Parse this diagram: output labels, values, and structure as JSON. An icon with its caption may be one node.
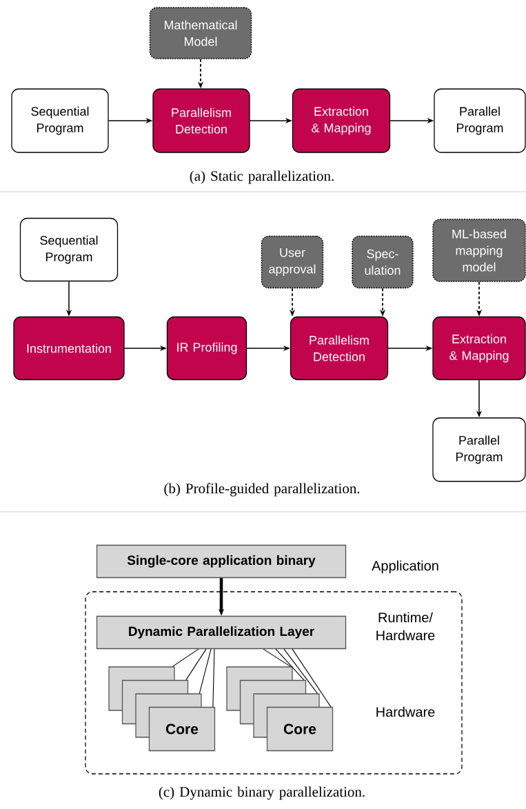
{
  "diagram": {
    "nodes": [
      {
        "text": [
          "Mathematical Model"
        ]
      },
      {
        "text": [
          "Sequential Program"
        ]
      },
      {
        "text": [
          "Parallelism Detection"
        ]
      },
      {
        "text": [
          "Extraction & Mapping"
        ]
      },
      {
        "text": [
          "Parallel Program"
        ]
      },
      {
        "text": [
          "Sequential Program"
        ]
      },
      {
        "text": [
          "User approval"
        ]
      },
      {
        "text": [
          "Spec- ulation"
        ]
      },
      {
        "text": [
          "ML-based mapping model"
        ]
      },
      {
        "text": [
          "Instrumentation"
        ]
      },
      {
        "text": [
          "IR Profiling"
        ]
      },
      {
        "text": [
          "Parallelism Detection"
        ]
      },
      {
        "text": [
          "Extraction & Mapping"
        ]
      },
      {
        "text": [
          "Parallel Program"
        ]
      },
      {
        "text": [
          "Single-core application binary"
        ]
      },
      {
        "text": [],
        "shape": "box"
      },
      {
        "text": [
          "Dynamic Parallelization Layer"
        ],
        "in": 15
      },
      {
        "text": [],
        "shape": "box",
        "in": 15
      },
      {
        "text": [],
        "shape": "box",
        "in": 15
      },
      {
        "text": [],
        "shape": "box",
        "in": 15
      },
      {
        "text": [
          "Core"
        ],
        "in": 15
      },
      {
        "text": [],
        "shape": "box",
        "in": 15
      },
      {
        "text": [],
        "shape": "box",
        "in": 15
      },
      {
        "text": [],
        "shape": "box",
        "in": 15
      },
      {
        "text": [
          "Core"
        ],
        "in": 15
      }
    ],
    "edges": [
      {
        "from": 0,
        "to": 2,
        "arrow": "to",
        "style": "dashed"
      },
      {
        "from": 1,
        "to": 2,
        "arrow": "to"
      },
      {
        "from": 2,
        "to": 3,
        "arrow": "to"
      },
      {
        "from": 3,
        "to": 4,
        "arrow": "to"
      },
      {
        "from": 5,
        "to": 9,
        "arrow": "to"
      },
      {
        "from": 6,
        "to": 11,
        "arrow": "to",
        "style": "dashed"
      },
      {
        "from": 7,
        "to": 11,
        "arrow": "to",
        "style": "dashed"
      },
      {
        "from": 8,
        "to": 12,
        "arrow": "to",
        "style": "dashed"
      },
      {
        "from": 9,
        "to": 10,
        "arrow": "to"
      },
      {
        "from": 10,
        "to": 11,
        "arrow": "to"
      },
      {
        "from": 11,
        "to": 12,
        "arrow": "to"
      },
      {
        "from": 12,
        "to": 13,
        "arrow": "to"
      },
      {
        "from": 14,
        "to": 16,
        "arrow": "to",
        "style": "thick"
      },
      {
        "from": 16,
        "to": 17,
        "arrow": "none"
      },
      {
        "from": 16,
        "to": 18,
        "arrow": "none"
      },
      {
        "from": 16,
        "to": 19,
        "arrow": "none"
      },
      {
        "from": 16,
        "to": 20,
        "arrow": "none"
      },
      {
        "from": 16,
        "to": 21,
        "arrow": "none"
      },
      {
        "from": 16,
        "to": 22,
        "arrow": "none"
      },
      {
        "from": 16,
        "to": 23,
        "arrow": "none"
      },
      {
        "from": 16,
        "to": 24,
        "arrow": "none"
      }
    ],
    "labels": [
      "(a) Static parallelization.",
      "(b) Profile-guided parallelization.",
      "Application",
      "Runtime/ Hardware",
      "Hardware",
      "(c) Dynamic binary parallelization."
    ]
  }
}
